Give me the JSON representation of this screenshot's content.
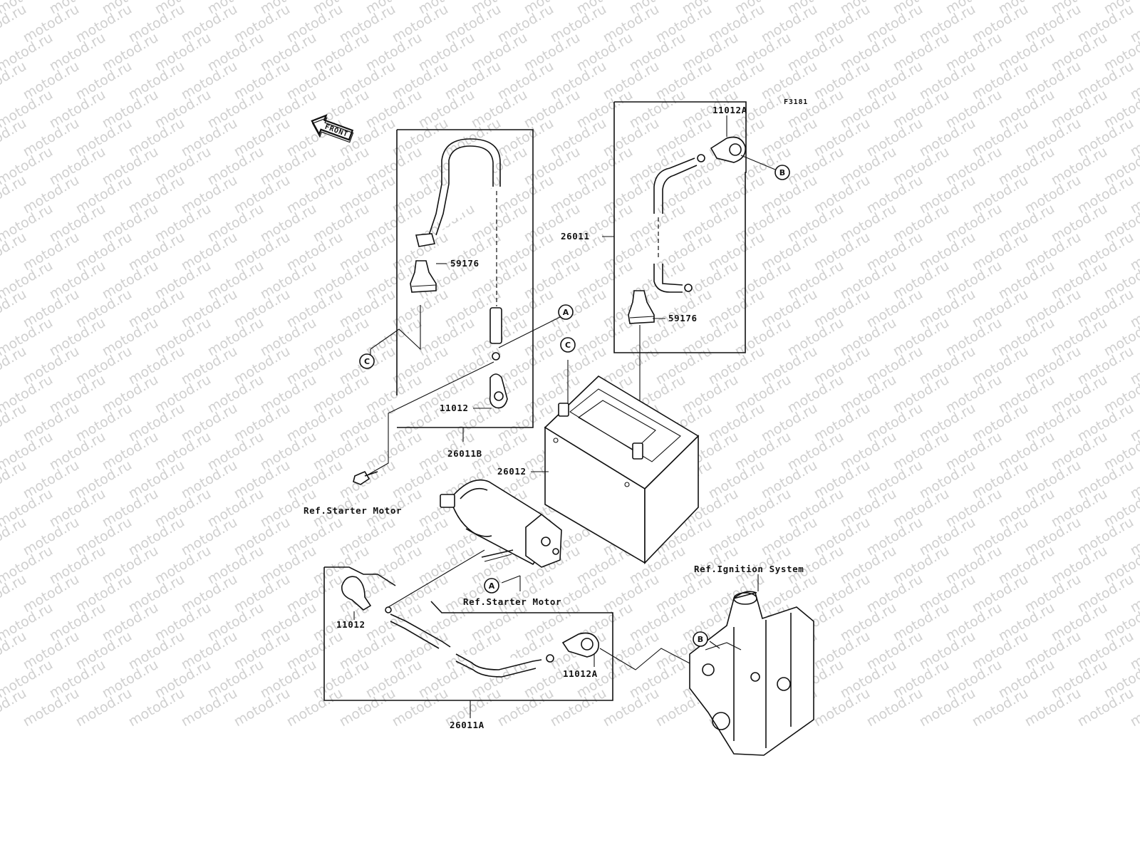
{
  "figure_code": "F3181",
  "front_label": "FRONT",
  "watermark_text": "motod.ru",
  "part_labels": {
    "p11012a_top": "11012A",
    "p26011": "26011",
    "p59176_right": "59176",
    "p59176_left": "59176",
    "p11012_mid": "11012",
    "p26011b": "26011B",
    "p26012": "26012",
    "ref_starter_top": "Ref.Starter Motor",
    "ref_starter_bottom": "Ref.Starter Motor",
    "ref_ignition": "Ref.Ignition System",
    "p11012_bottom": "11012",
    "p11012a_bottom": "11012A",
    "p26011a": "26011A"
  },
  "callouts": {
    "a_top": "A",
    "a_bottom": "A",
    "b_top": "B",
    "b_bottom": "B",
    "c_top": "C",
    "c_left": "C"
  },
  "colors": {
    "line": "#111111",
    "watermark": "#d0d0d0",
    "background": "#ffffff"
  }
}
